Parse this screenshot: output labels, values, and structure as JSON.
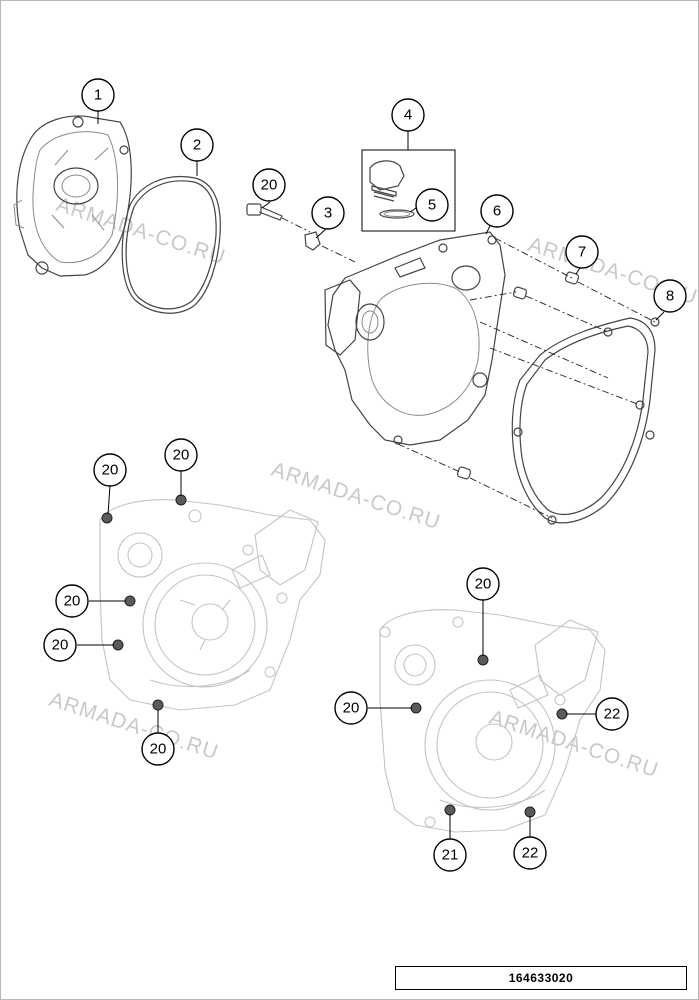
{
  "diagram": {
    "reference_number": "164633020",
    "watermark": "ARMADA-CO.RU",
    "callouts": {
      "p1": "1",
      "p2": "2",
      "p3": "3",
      "p4": "4",
      "p5": "5",
      "p6": "6",
      "p7": "7",
      "p8": "8",
      "p20": "20",
      "p21": "21",
      "p22": "22"
    }
  }
}
